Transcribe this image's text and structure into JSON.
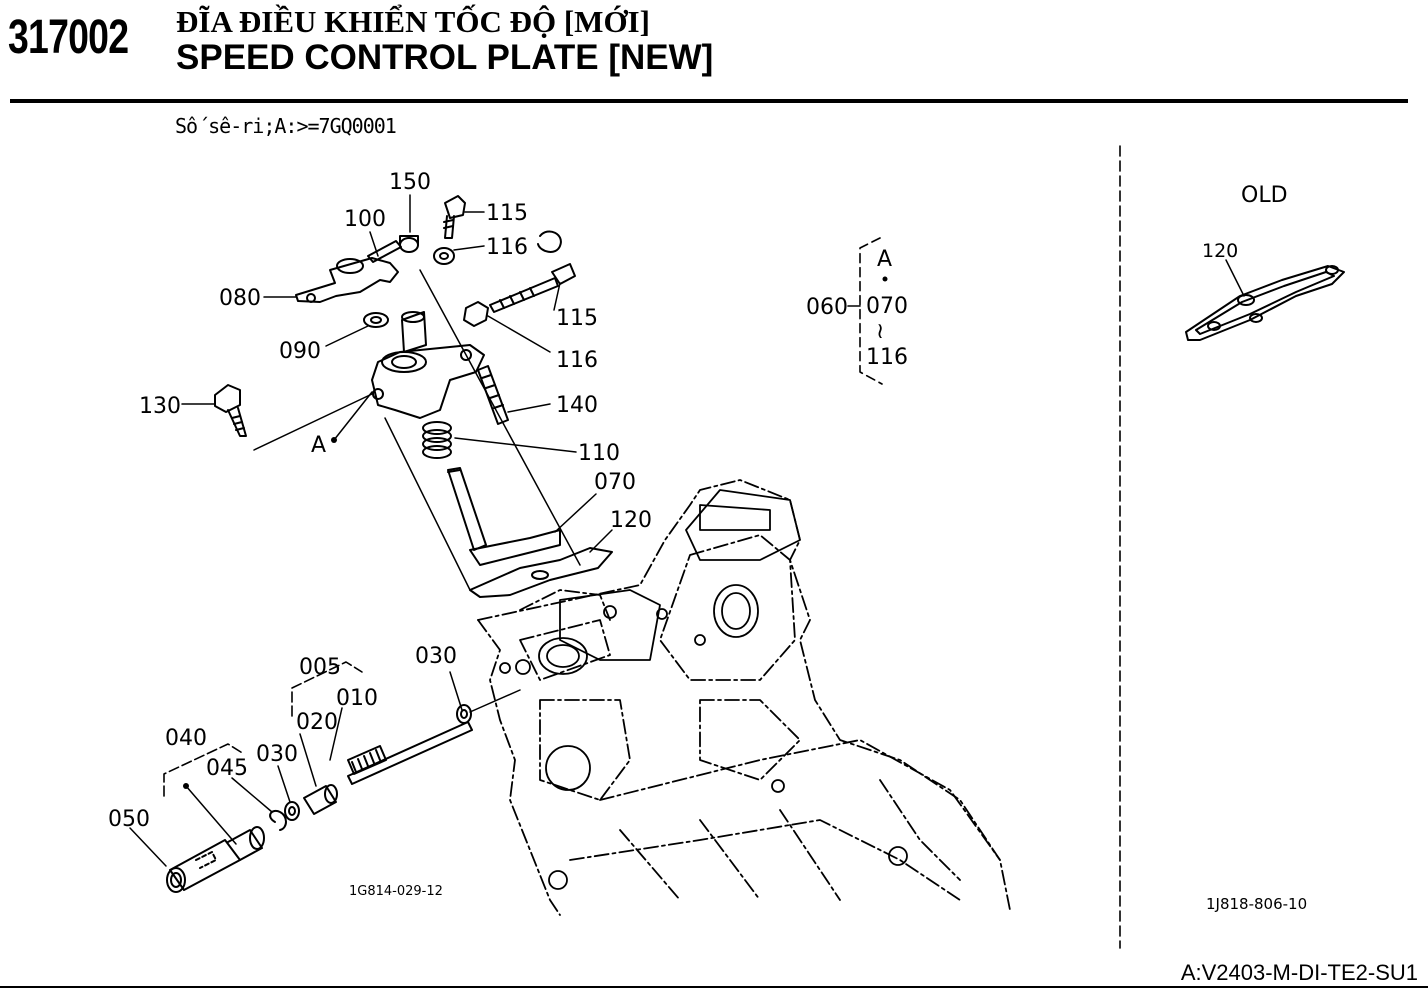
{
  "header": {
    "part_group_code": "317002",
    "title_vn": "ĐĨA ĐIỀU KHIỂN TỐC ĐỘ [MỚI]",
    "title_en": "SPEED CONTROL PLATE [NEW]"
  },
  "serial_note": "Số sê-ri;A:>=7GQ0001",
  "callouts": {
    "c150": "150",
    "c100": "100",
    "c115a": "115",
    "c116a": "116",
    "c080": "080",
    "c115b": "115",
    "c090": "090",
    "c116b": "116",
    "c130": "130",
    "c140": "140",
    "cA": "A",
    "c110": "110",
    "c070": "070",
    "c120": "120",
    "c005": "005",
    "c030a": "030",
    "c010": "010",
    "c040": "040",
    "c020": "020",
    "c030b": "030",
    "c045": "045",
    "c050": "050"
  },
  "kit_bracket": {
    "ref": "A",
    "kit": "060",
    "from": "070",
    "range_mark": "≀",
    "to": "116"
  },
  "old_panel": {
    "label": "OLD",
    "part": "120",
    "drawing_no": "1J818-806-10"
  },
  "main_drawing_no": "1G814-029-12",
  "footer_code": "A:V2403-M-DI-TE2-SU1"
}
